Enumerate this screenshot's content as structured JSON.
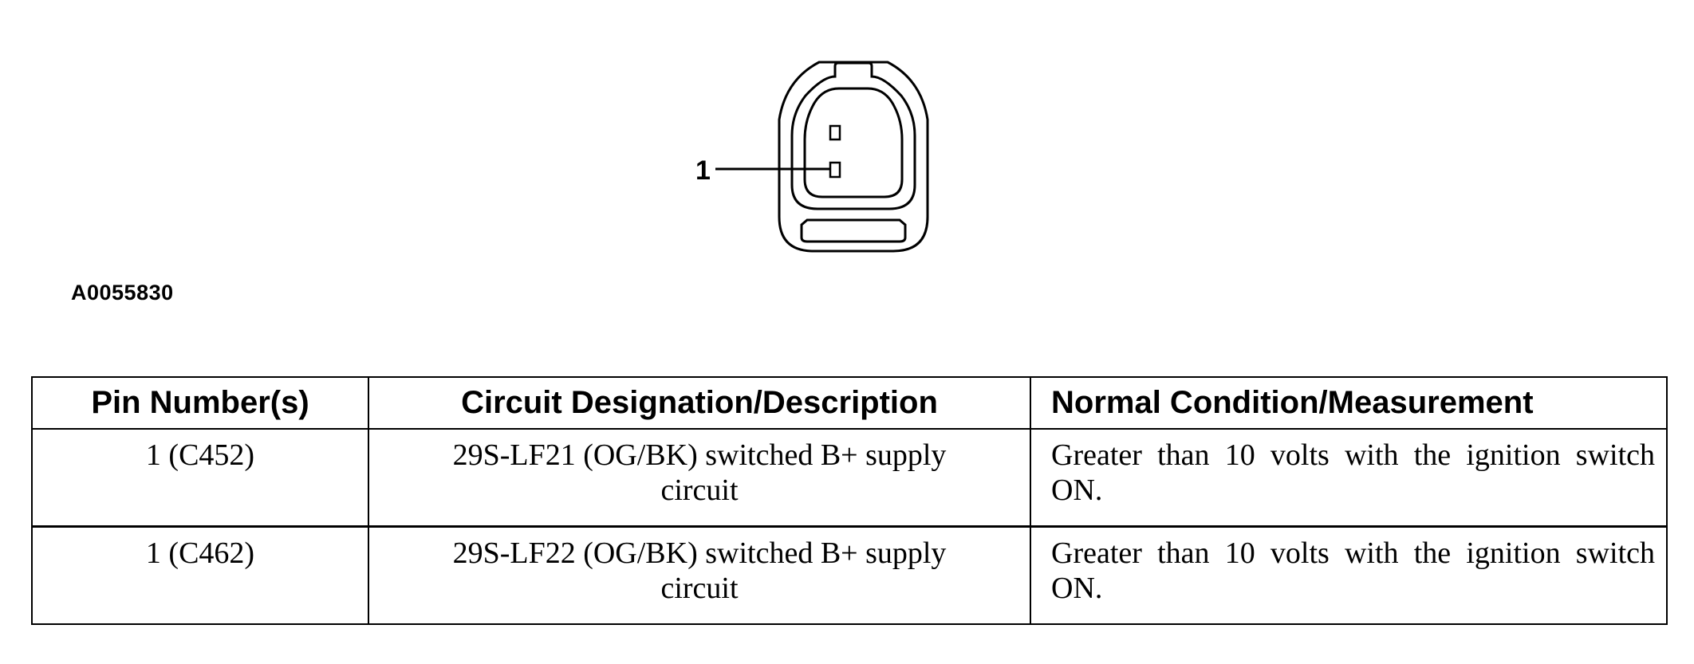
{
  "figure": {
    "id": "A0055830",
    "callouts": [
      {
        "label": "1"
      }
    ],
    "icon": "two-pin-connector-face-view"
  },
  "table": {
    "headers": {
      "pin": "Pin Number(s)",
      "circuit": "Circuit Designation/Description",
      "condition": "Normal Condition/Measurement"
    },
    "rows": [
      {
        "pin": "1 (C452)",
        "circuit": "29S-LF21 (OG/BK) switched B+ supply circuit",
        "condition": "Greater than 10 volts with the ignition switch ON."
      },
      {
        "pin": "1 (C462)",
        "circuit": "29S-LF22 (OG/BK) switched B+ supply circuit",
        "condition": "Greater than 10 volts with the ignition switch ON."
      }
    ]
  }
}
